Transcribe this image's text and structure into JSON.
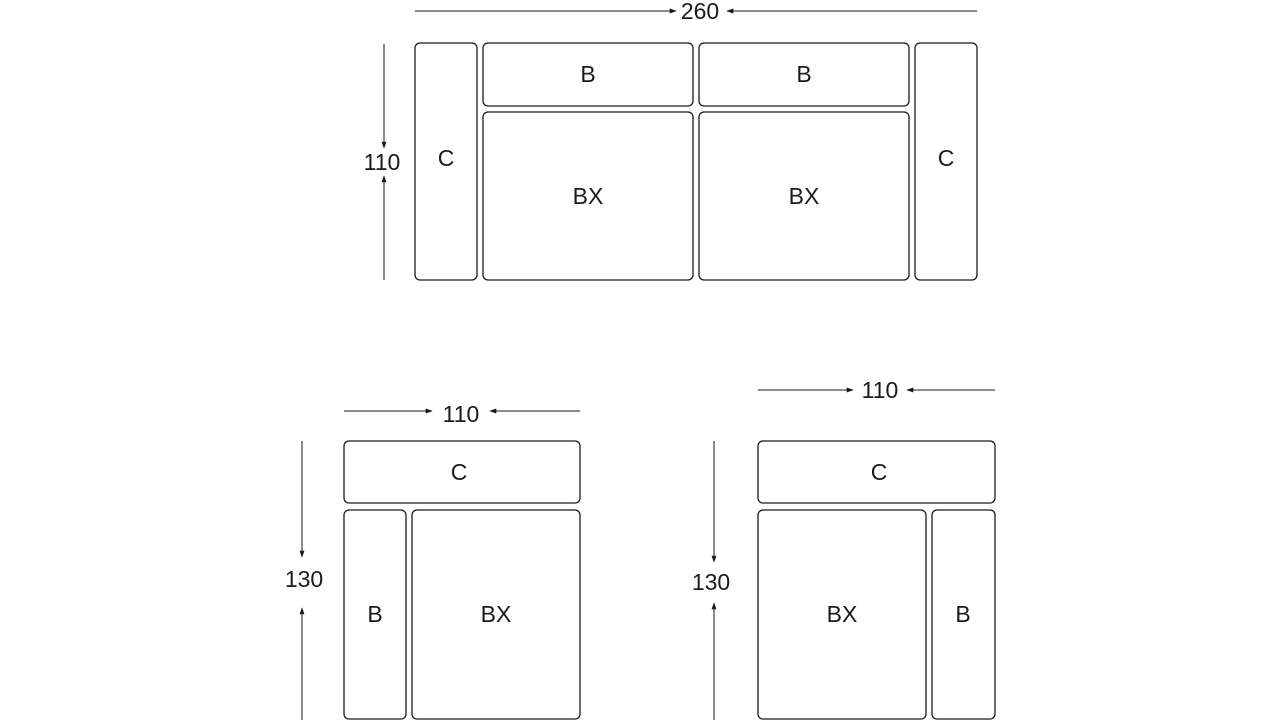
{
  "top_layout": {
    "width_dimension": "260",
    "depth_dimension": "110",
    "labels": {
      "left_arm": "C",
      "back_left": "B",
      "back_right": "B",
      "seat_left": "BX",
      "seat_right": "BX",
      "right_arm": "C"
    }
  },
  "left_layout": {
    "width_dimension": "110",
    "depth_dimension": "130",
    "labels": {
      "top_arm": "C",
      "side_back": "B",
      "seat": "BX"
    }
  },
  "right_layout": {
    "width_dimension": "110",
    "depth_dimension": "130",
    "labels": {
      "top_arm": "C",
      "seat": "BX",
      "side_back": "B"
    }
  }
}
